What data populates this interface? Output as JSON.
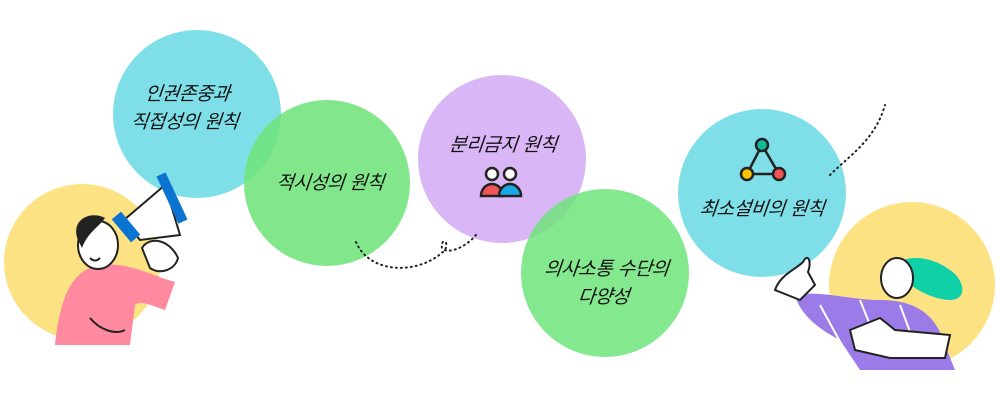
{
  "colors": {
    "cyan": "#7fdfe8",
    "green": "#7ee87e",
    "purple": "#d9b6f5",
    "yellow": "#fde283",
    "pink": "#ff8aa0",
    "violet": "#9b7be8"
  },
  "principles": [
    {
      "line1": "인권존중과",
      "line2": "직접성의 원칙"
    },
    {
      "line1": "적시성의 원칙"
    },
    {
      "line1": "분리금지 원칙",
      "icon": "people-icon"
    },
    {
      "line1": "의사소통 수단의",
      "line2": "다양성"
    },
    {
      "line1": "최소설비의 원칙",
      "icon": "network-triangle-icon"
    }
  ]
}
